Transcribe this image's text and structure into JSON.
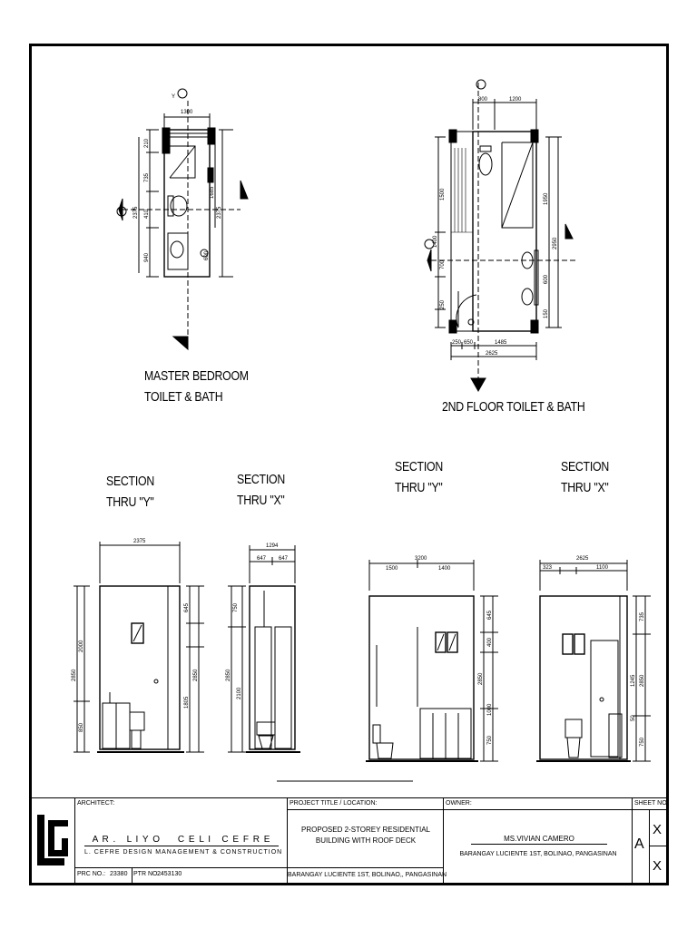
{
  "drawings": {
    "plan1_title_line1": "MASTER BEDROOM",
    "plan1_title_line2": "TOILET & BATH",
    "plan2_title": "2ND FLOOR TOILET & BATH",
    "section_label_line1": "SECTION",
    "section_y": "THRU \"Y\"",
    "section_x": "THRU \"X\""
  },
  "plan1_dims": {
    "top": "1300",
    "d210": "210",
    "d735": "735",
    "d410": "410",
    "d940": "940",
    "left_total": "2375",
    "right_1685": "1685",
    "right_total": "2375",
    "d600": "600"
  },
  "plan2_dims": {
    "top_a": "800",
    "top_b": "1200",
    "left_1500": "1500",
    "left_1400": "1400",
    "left_700": "700",
    "left_250": "250",
    "right_1950": "1950",
    "right_2950": "2950",
    "right_600": "600",
    "right_150": "150",
    "bot_250": "250",
    "bot_650": "650",
    "bot_1485": "1485",
    "bot_total": "2625"
  },
  "section_dims": {
    "s1_top": "2375",
    "s1_left_total": "2850",
    "s1_2000": "2000",
    "s1_850": "850",
    "s1_r645": "645",
    "s1_r2850": "2850",
    "s1_r1805": "1805",
    "s2_top": "1294",
    "s2_a": "647",
    "s2_b": "647",
    "s2_750": "750",
    "s2_2850": "2850",
    "s2_2100": "2100",
    "s3_top": "3200",
    "s3_a": "1500",
    "s3_b": "1400",
    "s3_645": "645",
    "s3_400": "400",
    "s3_2850": "2850",
    "s3_1000": "1000",
    "s3_750": "750",
    "s4_top": "2625",
    "s4_a": "323",
    "s4_b": "1100",
    "s4_735": "735",
    "s4_1245": "1245",
    "s4_2850": "2850",
    "s4_750": "750",
    "s4_50": "50"
  },
  "title_block": {
    "architect_label": "ARCHITECT:",
    "architect_name": "A R .   L I Y O     C E L I   C E F R E",
    "firm": "L. CEFRE DESIGN MANAGEMENT & CONSTRUCTION",
    "prc_label": "PRC NO.:",
    "prc_value": "23380",
    "ptr_label": "PTR NO.:",
    "ptr_value": "2453130",
    "project_label": "PROJECT TITLE / LOCATION:",
    "project_title_1": "PROPOSED 2-STOREY RESIDENTIAL",
    "project_title_2": "BUILDING WITH ROOF DECK",
    "project_location": "BARANGAY LUCIENTE 1ST, BOLINAO,, PANGASINAN",
    "owner_label": "OWNER:",
    "owner_name": "MS.VIVIAN CAMERO",
    "owner_address": "BARANGAY LUCIENTE 1ST, BOLINAO, PANGASINAN",
    "sheet_label": "SHEET NO.",
    "sheet_letter": "A",
    "sheet_x1": "X",
    "sheet_x2": "X"
  }
}
